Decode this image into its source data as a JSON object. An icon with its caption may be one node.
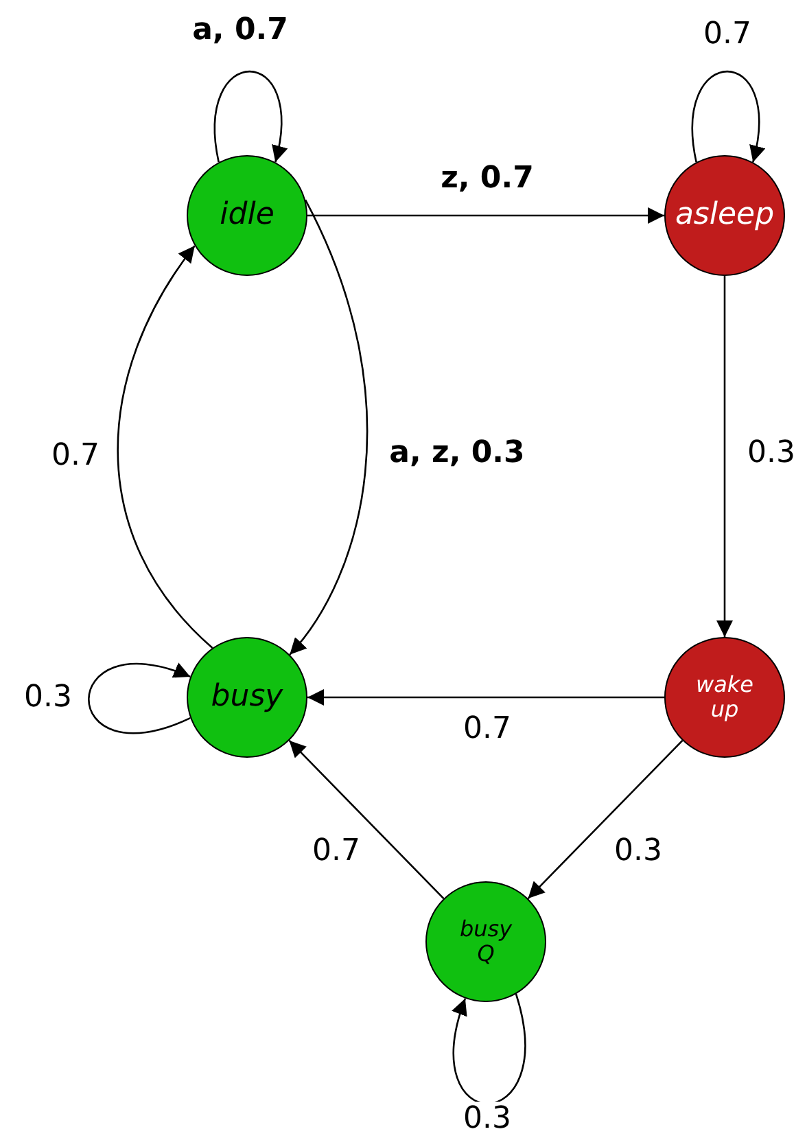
{
  "diagram": {
    "nodes": [
      {
        "text": [
          "idle"
        ]
      },
      {
        "text": [
          "asleep"
        ]
      },
      {
        "text": [
          "busy"
        ]
      },
      {
        "text": [
          "wake up"
        ]
      },
      {
        "text": [
          "busy Q"
        ]
      }
    ],
    "edges": [
      {
        "from": 0,
        "to": 0,
        "arrow": "to",
        "label": "a, 0.7"
      },
      {
        "from": 0,
        "to": 1,
        "arrow": "to",
        "label": "z, 0.7"
      },
      {
        "from": 0,
        "to": 2,
        "arrow": "to",
        "label": "a, z, 0.3"
      },
      {
        "from": 2,
        "to": 0,
        "arrow": "to",
        "label": "0.7"
      },
      {
        "from": 2,
        "to": 2,
        "arrow": "to",
        "label": "0.3"
      },
      {
        "from": 1,
        "to": 1,
        "arrow": "to",
        "label": "0.7"
      },
      {
        "from": 1,
        "to": 3,
        "arrow": "to",
        "label": "0.3"
      },
      {
        "from": 3,
        "to": 2,
        "arrow": "to",
        "label": "0.7"
      },
      {
        "from": 3,
        "to": 4,
        "arrow": "to",
        "label": "0.3"
      },
      {
        "from": 4,
        "to": 2,
        "arrow": "to",
        "label": "0.7"
      },
      {
        "from": 4,
        "to": 4,
        "arrow": "to",
        "label": "0.3"
      }
    ]
  }
}
